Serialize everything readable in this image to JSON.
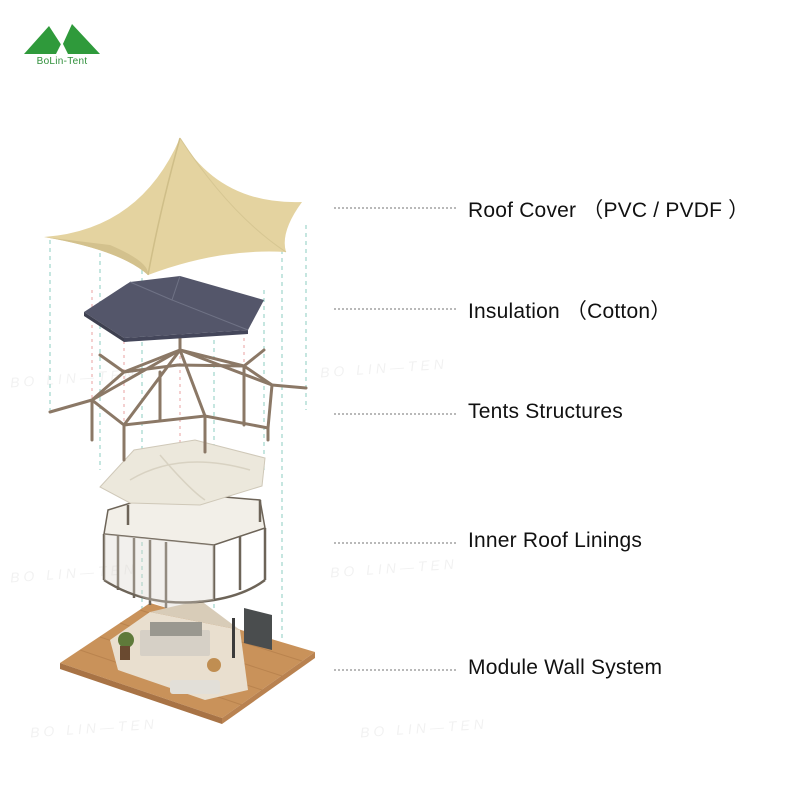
{
  "brand": {
    "name": "BoLin-Tent",
    "color": "#2f8f3a",
    "icon": "tent-logo-icon"
  },
  "components": [
    {
      "id": "roof-cover",
      "label": "Roof Cover （PVC / PVDF ）"
    },
    {
      "id": "insulation",
      "label": "Insulation （Cotton）"
    },
    {
      "id": "tents-structures",
      "label": "Tents Structures"
    },
    {
      "id": "inner-roof-linings",
      "label": "Inner Roof Linings"
    },
    {
      "id": "module-wall-system",
      "label": "Module Wall System"
    }
  ],
  "watermark": "BO LIN—TEN",
  "colors": {
    "roof_cover": "#e4d3a0",
    "insulation": "#54566a",
    "frame": "#8b7866",
    "lining": "#ece8dc",
    "floor": "#c9925a",
    "guide_lines": "#9fd6cc"
  }
}
